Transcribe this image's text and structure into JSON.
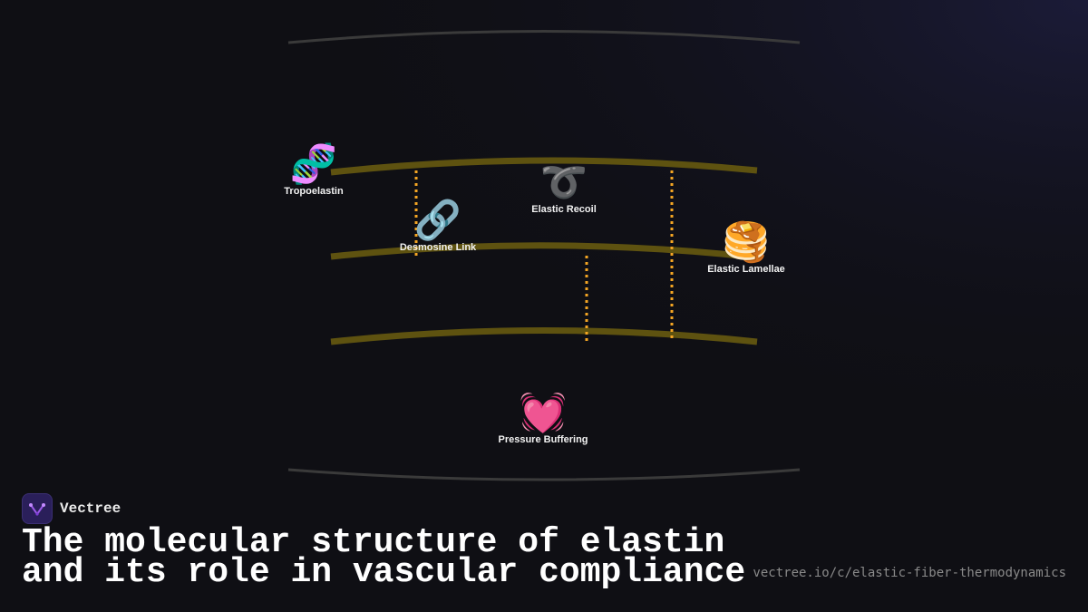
{
  "diagram": {
    "nodes": [
      {
        "id": "tropoelastin",
        "label": "Tropoelastin",
        "icon": "dna-icon",
        "glyph": "🧬"
      },
      {
        "id": "desmosine",
        "label": "Desmosine Link",
        "icon": "link-icon",
        "glyph": "🔗"
      },
      {
        "id": "recoil",
        "label": "Elastic Recoil",
        "icon": "curly-loop-icon",
        "glyph": "➰"
      },
      {
        "id": "lamellae",
        "label": "Elastic Lamellae",
        "icon": "pancakes-icon",
        "glyph": "🥞"
      },
      {
        "id": "buffering",
        "label": "Pressure Buffering",
        "icon": "beating-heart-icon",
        "glyph": "💓"
      }
    ],
    "colors": {
      "fiber": "#5e5210",
      "crosslink": "#f5a623",
      "vessel_wall": "#3a3a3a"
    }
  },
  "brand": {
    "name": "Vectree",
    "logo_icon": "vectree-logo-icon"
  },
  "title": "The molecular structure of elastin and its role in vascular compliance",
  "url": "vectree.io/c/elastic-fiber-thermodynamics"
}
